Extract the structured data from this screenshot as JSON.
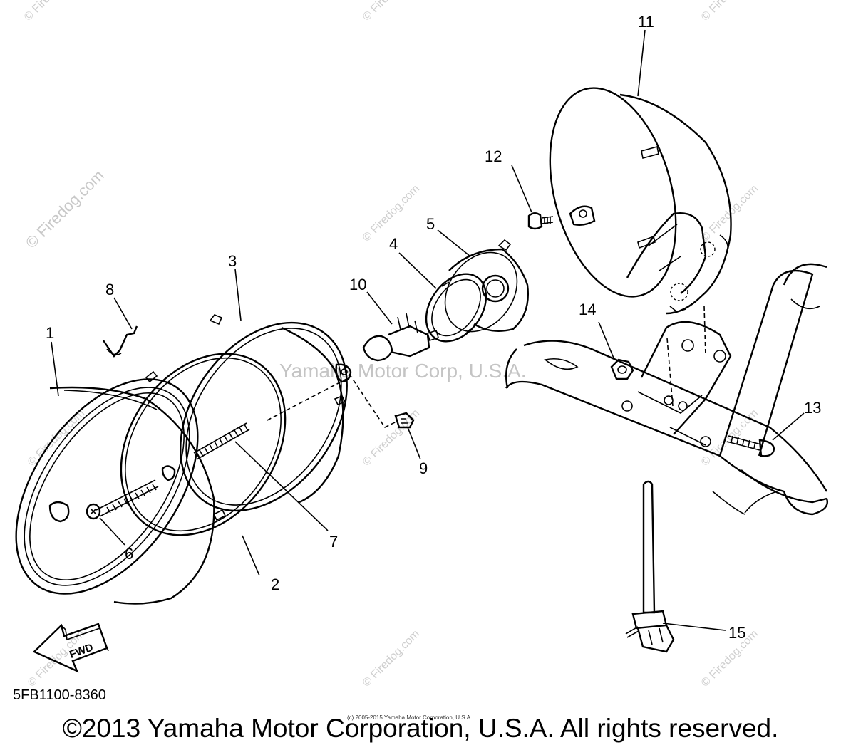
{
  "watermark": {
    "site": "© Firedog.com",
    "tm": "Yamaha Motor Corp, U.S.A."
  },
  "parts": [
    {
      "id": "1"
    },
    {
      "id": "2"
    },
    {
      "id": "3"
    },
    {
      "id": "4"
    },
    {
      "id": "5"
    },
    {
      "id": "6"
    },
    {
      "id": "7"
    },
    {
      "id": "8"
    },
    {
      "id": "9"
    },
    {
      "id": "10"
    },
    {
      "id": "11"
    },
    {
      "id": "12"
    },
    {
      "id": "13"
    },
    {
      "id": "14"
    },
    {
      "id": "15"
    }
  ],
  "fwd_label": "FWD",
  "diagram_code": "5FB1100-8360",
  "small_copyright": "(c) 2005-2015 Yamaha Motor Corporation, U.S.A.",
  "footer": "©2013 Yamaha Motor Corporation, U.S.A. All rights reserved."
}
